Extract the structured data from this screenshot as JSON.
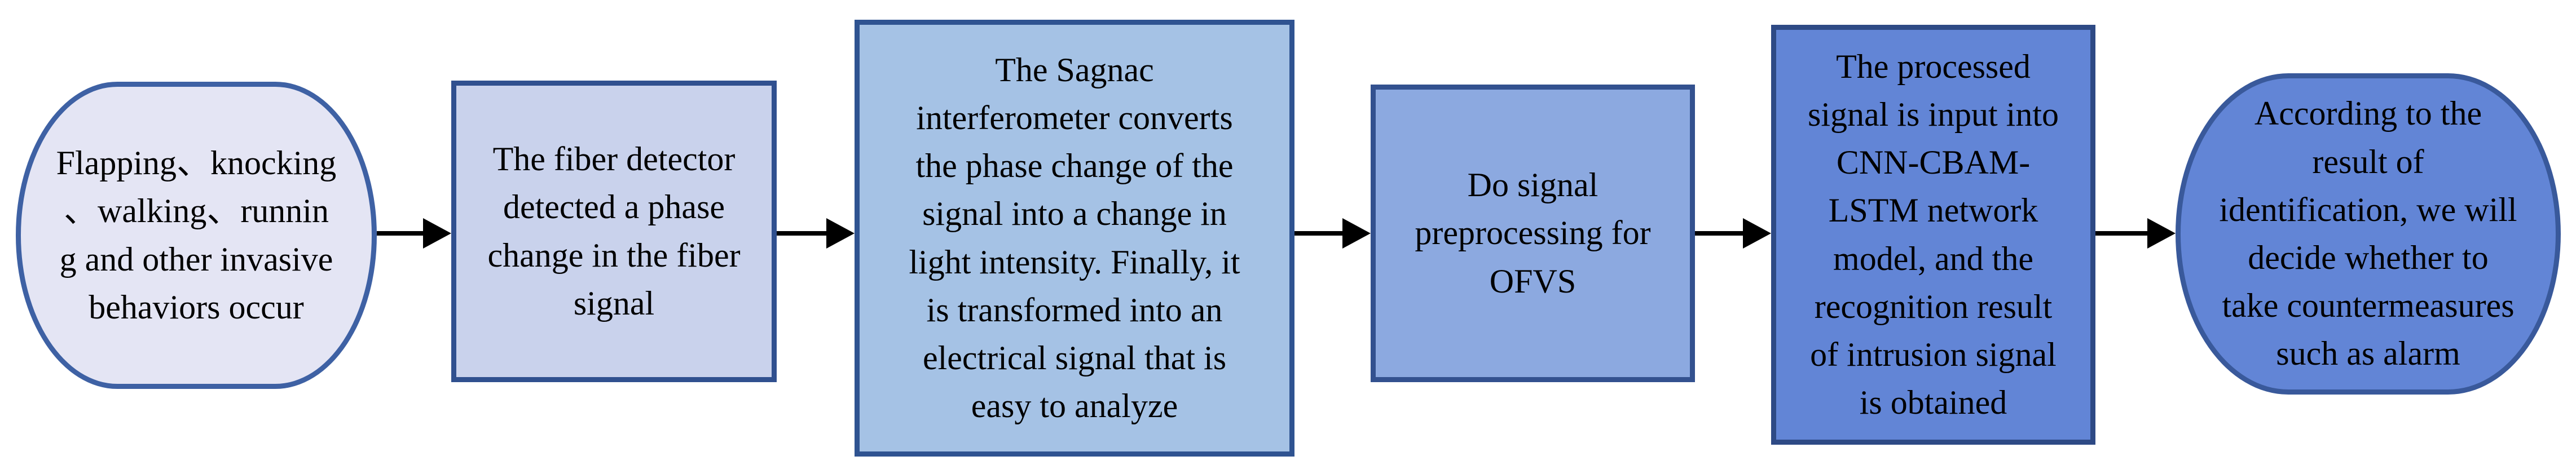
{
  "flowchart": {
    "title": "",
    "background_color": "#FFFFFF",
    "text_color": "#000000",
    "arrow_color": "#000000",
    "nodes": [
      {
        "id": "invasive-behaviors-start",
        "shape": "rounded",
        "lines": [
          "Flapping、knocking",
          "、walking、runnin",
          "g and other invasive",
          "behaviors occur"
        ],
        "fill": "#E4E5F4",
        "border": "#3E61A4"
      },
      {
        "id": "fiber-detector",
        "shape": "rect",
        "lines": [
          "The fiber detector",
          "detected a phase",
          "change in the fiber",
          "signal"
        ],
        "fill": "#C9D2EC",
        "border": "#30508F"
      },
      {
        "id": "sagnac-interferometer",
        "shape": "rect",
        "lines": [
          "The Sagnac",
          "interferometer converts",
          "the phase change of the",
          "signal into a change in",
          "light intensity. Finally, it",
          "is transformed into an",
          "electrical signal that is",
          "easy to analyze"
        ],
        "fill": "#A5C2E5",
        "border": "#2F5391"
      },
      {
        "id": "signal-preprocessing",
        "shape": "rect",
        "lines": [
          "Do signal",
          "preprocessing for",
          "OFVS"
        ],
        "fill": "#8CA9E0",
        "border": "#33518F"
      },
      {
        "id": "cnn-cbam-lstm",
        "shape": "rect",
        "lines": [
          "The processed",
          "signal is input into",
          "CNN-CBAM-",
          "LSTM network",
          "model, and the",
          "recognition result",
          "of intrusion signal",
          "is obtained"
        ],
        "fill": "#6285D6",
        "border": "#2E4A85"
      },
      {
        "id": "countermeasures-end",
        "shape": "rounded",
        "lines": [
          "According to the",
          "result of",
          "identification, we will",
          "decide whether to",
          "take countermeasures",
          "such as alarm"
        ],
        "fill": "#6285D6",
        "border": "#39599B"
      }
    ],
    "arrows": [
      {
        "from": "invasive-behaviors-start",
        "to": "fiber-detector"
      },
      {
        "from": "fiber-detector",
        "to": "sagnac-interferometer"
      },
      {
        "from": "sagnac-interferometer",
        "to": "signal-preprocessing"
      },
      {
        "from": "signal-preprocessing",
        "to": "cnn-cbam-lstm"
      },
      {
        "from": "cnn-cbam-lstm",
        "to": "countermeasures-end"
      }
    ]
  }
}
